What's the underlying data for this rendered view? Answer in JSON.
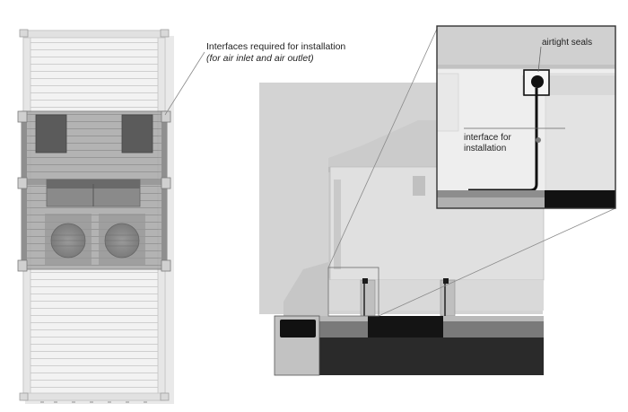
{
  "annotations": {
    "interfaces_title": "Interfaces required for installation",
    "interfaces_subtitle": "(for air inlet and air outlet)",
    "airtight_seals": "airtight seals",
    "interface_for_line1": "interface for",
    "interface_for_line2": "installation"
  }
}
